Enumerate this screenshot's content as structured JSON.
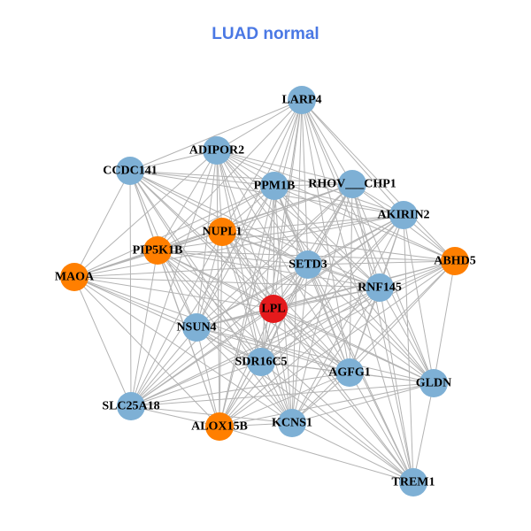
{
  "title": "LUAD normal",
  "colors": {
    "blue": "#7eb0d5",
    "orange": "#ff7f00",
    "red": "#e41a1c",
    "edge": "#b3b3b3",
    "title": "#4a78e4"
  },
  "nodes": [
    {
      "id": "LARP4",
      "group": "blue"
    },
    {
      "id": "ADIPOR2",
      "group": "blue"
    },
    {
      "id": "CCDC141",
      "group": "blue"
    },
    {
      "id": "PPM1B",
      "group": "blue"
    },
    {
      "id": "RHOV___CHP1",
      "group": "blue"
    },
    {
      "id": "AKIRIN2",
      "group": "blue"
    },
    {
      "id": "NUPL1",
      "group": "orange"
    },
    {
      "id": "PIP5K1B",
      "group": "orange"
    },
    {
      "id": "SETD3",
      "group": "blue"
    },
    {
      "id": "ABHD5",
      "group": "orange"
    },
    {
      "id": "MAOA",
      "group": "orange"
    },
    {
      "id": "RNF145",
      "group": "blue"
    },
    {
      "id": "LPL",
      "group": "red"
    },
    {
      "id": "NSUN4",
      "group": "blue"
    },
    {
      "id": "SDR16C5",
      "group": "blue"
    },
    {
      "id": "AGFG1",
      "group": "blue"
    },
    {
      "id": "GLDN",
      "group": "blue"
    },
    {
      "id": "SLC25A18",
      "group": "blue"
    },
    {
      "id": "ALOX15B",
      "group": "orange"
    },
    {
      "id": "KCNS1",
      "group": "blue"
    },
    {
      "id": "TREM1",
      "group": "blue"
    }
  ],
  "edges": [
    [
      "LARP4",
      "ADIPOR2"
    ],
    [
      "LARP4",
      "CCDC141"
    ],
    [
      "LARP4",
      "PPM1B"
    ],
    [
      "LARP4",
      "RHOV___CHP1"
    ],
    [
      "LARP4",
      "AKIRIN2"
    ],
    [
      "LARP4",
      "NUPL1"
    ],
    [
      "LARP4",
      "PIP5K1B"
    ],
    [
      "LARP4",
      "SETD3"
    ],
    [
      "LARP4",
      "ABHD5"
    ],
    [
      "LARP4",
      "RNF145"
    ],
    [
      "LARP4",
      "LPL"
    ],
    [
      "LARP4",
      "NSUN4"
    ],
    [
      "LARP4",
      "SDR16C5"
    ],
    [
      "LARP4",
      "AGFG1"
    ],
    [
      "LARP4",
      "GLDN"
    ],
    [
      "LARP4",
      "KCNS1"
    ],
    [
      "LARP4",
      "TREM1"
    ],
    [
      "LARP4",
      "ALOX15B"
    ],
    [
      "ADIPOR2",
      "CCDC141"
    ],
    [
      "ADIPOR2",
      "PPM1B"
    ],
    [
      "ADIPOR2",
      "RHOV___CHP1"
    ],
    [
      "ADIPOR2",
      "AKIRIN2"
    ],
    [
      "ADIPOR2",
      "NUPL1"
    ],
    [
      "ADIPOR2",
      "PIP5K1B"
    ],
    [
      "ADIPOR2",
      "SETD3"
    ],
    [
      "ADIPOR2",
      "RNF145"
    ],
    [
      "ADIPOR2",
      "LPL"
    ],
    [
      "ADIPOR2",
      "NSUN4"
    ],
    [
      "ADIPOR2",
      "SDR16C5"
    ],
    [
      "ADIPOR2",
      "AGFG1"
    ],
    [
      "ADIPOR2",
      "GLDN"
    ],
    [
      "ADIPOR2",
      "ALOX15B"
    ],
    [
      "ADIPOR2",
      "KCNS1"
    ],
    [
      "ADIPOR2",
      "SLC25A18"
    ],
    [
      "ADIPOR2",
      "MAOA"
    ],
    [
      "ADIPOR2",
      "ABHD5"
    ],
    [
      "CCDC141",
      "PPM1B"
    ],
    [
      "CCDC141",
      "RHOV___CHP1"
    ],
    [
      "CCDC141",
      "AKIRIN2"
    ],
    [
      "CCDC141",
      "NUPL1"
    ],
    [
      "CCDC141",
      "PIP5K1B"
    ],
    [
      "CCDC141",
      "SETD3"
    ],
    [
      "CCDC141",
      "MAOA"
    ],
    [
      "CCDC141",
      "RNF145"
    ],
    [
      "CCDC141",
      "LPL"
    ],
    [
      "CCDC141",
      "NSUN4"
    ],
    [
      "CCDC141",
      "SDR16C5"
    ],
    [
      "CCDC141",
      "SLC25A18"
    ],
    [
      "CCDC141",
      "ALOX15B"
    ],
    [
      "CCDC141",
      "KCNS1"
    ],
    [
      "CCDC141",
      "AGFG1"
    ],
    [
      "PPM1B",
      "RHOV___CHP1"
    ],
    [
      "PPM1B",
      "AKIRIN2"
    ],
    [
      "PPM1B",
      "NUPL1"
    ],
    [
      "PPM1B",
      "PIP5K1B"
    ],
    [
      "PPM1B",
      "SETD3"
    ],
    [
      "PPM1B",
      "ABHD5"
    ],
    [
      "PPM1B",
      "MAOA"
    ],
    [
      "PPM1B",
      "RNF145"
    ],
    [
      "PPM1B",
      "LPL"
    ],
    [
      "PPM1B",
      "NSUN4"
    ],
    [
      "PPM1B",
      "SDR16C5"
    ],
    [
      "PPM1B",
      "AGFG1"
    ],
    [
      "PPM1B",
      "GLDN"
    ],
    [
      "PPM1B",
      "SLC25A18"
    ],
    [
      "PPM1B",
      "ALOX15B"
    ],
    [
      "PPM1B",
      "KCNS1"
    ],
    [
      "PPM1B",
      "TREM1"
    ],
    [
      "RHOV___CHP1",
      "AKIRIN2"
    ],
    [
      "RHOV___CHP1",
      "NUPL1"
    ],
    [
      "RHOV___CHP1",
      "PIP5K1B"
    ],
    [
      "RHOV___CHP1",
      "SETD3"
    ],
    [
      "RHOV___CHP1",
      "ABHD5"
    ],
    [
      "RHOV___CHP1",
      "MAOA"
    ],
    [
      "RHOV___CHP1",
      "RNF145"
    ],
    [
      "RHOV___CHP1",
      "LPL"
    ],
    [
      "RHOV___CHP1",
      "NSUN4"
    ],
    [
      "RHOV___CHP1",
      "SDR16C5"
    ],
    [
      "RHOV___CHP1",
      "AGFG1"
    ],
    [
      "RHOV___CHP1",
      "GLDN"
    ],
    [
      "RHOV___CHP1",
      "SLC25A18"
    ],
    [
      "RHOV___CHP1",
      "ALOX15B"
    ],
    [
      "RHOV___CHP1",
      "KCNS1"
    ],
    [
      "RHOV___CHP1",
      "TREM1"
    ],
    [
      "AKIRIN2",
      "NUPL1"
    ],
    [
      "AKIRIN2",
      "PIP5K1B"
    ],
    [
      "AKIRIN2",
      "SETD3"
    ],
    [
      "AKIRIN2",
      "ABHD5"
    ],
    [
      "AKIRIN2",
      "MAOA"
    ],
    [
      "AKIRIN2",
      "RNF145"
    ],
    [
      "AKIRIN2",
      "LPL"
    ],
    [
      "AKIRIN2",
      "NSUN4"
    ],
    [
      "AKIRIN2",
      "SDR16C5"
    ],
    [
      "AKIRIN2",
      "AGFG1"
    ],
    [
      "AKIRIN2",
      "GLDN"
    ],
    [
      "AKIRIN2",
      "SLC25A18"
    ],
    [
      "AKIRIN2",
      "ALOX15B"
    ],
    [
      "AKIRIN2",
      "KCNS1"
    ],
    [
      "AKIRIN2",
      "TREM1"
    ],
    [
      "NUPL1",
      "PIP5K1B"
    ],
    [
      "NUPL1",
      "SETD3"
    ],
    [
      "NUPL1",
      "ABHD5"
    ],
    [
      "NUPL1",
      "MAOA"
    ],
    [
      "NUPL1",
      "RNF145"
    ],
    [
      "NUPL1",
      "LPL"
    ],
    [
      "NUPL1",
      "NSUN4"
    ],
    [
      "NUPL1",
      "SDR16C5"
    ],
    [
      "NUPL1",
      "AGFG1"
    ],
    [
      "NUPL1",
      "GLDN"
    ],
    [
      "NUPL1",
      "SLC25A18"
    ],
    [
      "NUPL1",
      "ALOX15B"
    ],
    [
      "NUPL1",
      "KCNS1"
    ],
    [
      "NUPL1",
      "TREM1"
    ],
    [
      "PIP5K1B",
      "SETD3"
    ],
    [
      "PIP5K1B",
      "ABHD5"
    ],
    [
      "PIP5K1B",
      "MAOA"
    ],
    [
      "PIP5K1B",
      "RNF145"
    ],
    [
      "PIP5K1B",
      "LPL"
    ],
    [
      "PIP5K1B",
      "NSUN4"
    ],
    [
      "PIP5K1B",
      "SDR16C5"
    ],
    [
      "PIP5K1B",
      "AGFG1"
    ],
    [
      "PIP5K1B",
      "GLDN"
    ],
    [
      "PIP5K1B",
      "SLC25A18"
    ],
    [
      "PIP5K1B",
      "ALOX15B"
    ],
    [
      "PIP5K1B",
      "KCNS1"
    ],
    [
      "PIP5K1B",
      "TREM1"
    ],
    [
      "SETD3",
      "ABHD5"
    ],
    [
      "SETD3",
      "MAOA"
    ],
    [
      "SETD3",
      "RNF145"
    ],
    [
      "SETD3",
      "LPL"
    ],
    [
      "SETD3",
      "NSUN4"
    ],
    [
      "SETD3",
      "SDR16C5"
    ],
    [
      "SETD3",
      "AGFG1"
    ],
    [
      "SETD3",
      "GLDN"
    ],
    [
      "SETD3",
      "SLC25A18"
    ],
    [
      "SETD3",
      "ALOX15B"
    ],
    [
      "SETD3",
      "KCNS1"
    ],
    [
      "SETD3",
      "TREM1"
    ],
    [
      "ABHD5",
      "RNF145"
    ],
    [
      "ABHD5",
      "LPL"
    ],
    [
      "ABHD5",
      "NSUN4"
    ],
    [
      "ABHD5",
      "SDR16C5"
    ],
    [
      "ABHD5",
      "AGFG1"
    ],
    [
      "ABHD5",
      "GLDN"
    ],
    [
      "ABHD5",
      "ALOX15B"
    ],
    [
      "ABHD5",
      "KCNS1"
    ],
    [
      "ABHD5",
      "SLC25A18"
    ],
    [
      "MAOA",
      "RNF145"
    ],
    [
      "MAOA",
      "LPL"
    ],
    [
      "MAOA",
      "NSUN4"
    ],
    [
      "MAOA",
      "SDR16C5"
    ],
    [
      "MAOA",
      "AGFG1"
    ],
    [
      "MAOA",
      "SLC25A18"
    ],
    [
      "MAOA",
      "ALOX15B"
    ],
    [
      "MAOA",
      "KCNS1"
    ],
    [
      "RNF145",
      "LPL"
    ],
    [
      "RNF145",
      "NSUN4"
    ],
    [
      "RNF145",
      "SDR16C5"
    ],
    [
      "RNF145",
      "AGFG1"
    ],
    [
      "RNF145",
      "GLDN"
    ],
    [
      "RNF145",
      "SLC25A18"
    ],
    [
      "RNF145",
      "ALOX15B"
    ],
    [
      "RNF145",
      "KCNS1"
    ],
    [
      "RNF145",
      "TREM1"
    ],
    [
      "LPL",
      "NSUN4"
    ],
    [
      "LPL",
      "SDR16C5"
    ],
    [
      "LPL",
      "AGFG1"
    ],
    [
      "LPL",
      "GLDN"
    ],
    [
      "LPL",
      "SLC25A18"
    ],
    [
      "LPL",
      "ALOX15B"
    ],
    [
      "LPL",
      "KCNS1"
    ],
    [
      "LPL",
      "TREM1"
    ],
    [
      "NSUN4",
      "SDR16C5"
    ],
    [
      "NSUN4",
      "AGFG1"
    ],
    [
      "NSUN4",
      "GLDN"
    ],
    [
      "NSUN4",
      "SLC25A18"
    ],
    [
      "NSUN4",
      "ALOX15B"
    ],
    [
      "NSUN4",
      "KCNS1"
    ],
    [
      "NSUN4",
      "TREM1"
    ],
    [
      "SDR16C5",
      "AGFG1"
    ],
    [
      "SDR16C5",
      "GLDN"
    ],
    [
      "SDR16C5",
      "SLC25A18"
    ],
    [
      "SDR16C5",
      "ALOX15B"
    ],
    [
      "SDR16C5",
      "KCNS1"
    ],
    [
      "SDR16C5",
      "TREM1"
    ],
    [
      "AGFG1",
      "GLDN"
    ],
    [
      "AGFG1",
      "SLC25A18"
    ],
    [
      "AGFG1",
      "ALOX15B"
    ],
    [
      "AGFG1",
      "KCNS1"
    ],
    [
      "AGFG1",
      "TREM1"
    ],
    [
      "GLDN",
      "SLC25A18"
    ],
    [
      "GLDN",
      "ALOX15B"
    ],
    [
      "GLDN",
      "KCNS1"
    ],
    [
      "GLDN",
      "TREM1"
    ],
    [
      "SLC25A18",
      "ALOX15B"
    ],
    [
      "SLC25A18",
      "KCNS1"
    ],
    [
      "ALOX15B",
      "KCNS1"
    ],
    [
      "ALOX15B",
      "TREM1"
    ],
    [
      "KCNS1",
      "TREM1"
    ]
  ]
}
